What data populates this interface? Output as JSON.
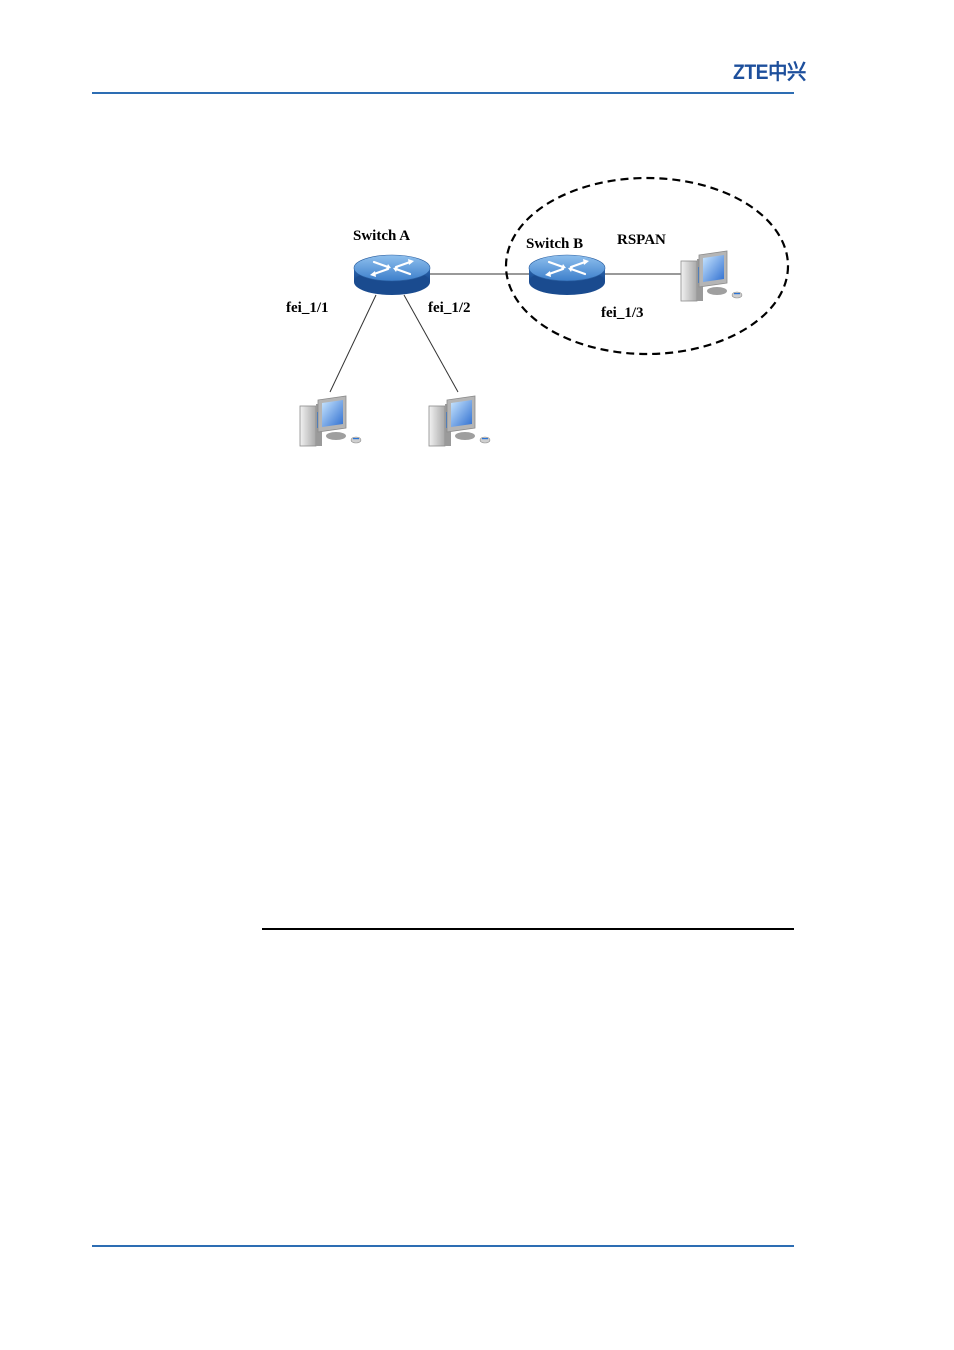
{
  "header": {
    "logo_text": "ZTE中兴",
    "accent_color": "#2d6db3"
  },
  "diagram": {
    "nodes": {
      "switch_a": {
        "label": "Switch A",
        "icon": "router-icon"
      },
      "switch_b": {
        "label": "Switch B",
        "icon": "router-icon"
      },
      "pc_1": {
        "icon": "computer-icon"
      },
      "pc_2": {
        "icon": "computer-icon"
      },
      "pc_rspan": {
        "icon": "computer-icon"
      }
    },
    "group_label": "RSPAN",
    "ports": {
      "port_1": "fei_1/1",
      "port_2": "fei_1/2",
      "port_3": "fei_1/3"
    }
  }
}
